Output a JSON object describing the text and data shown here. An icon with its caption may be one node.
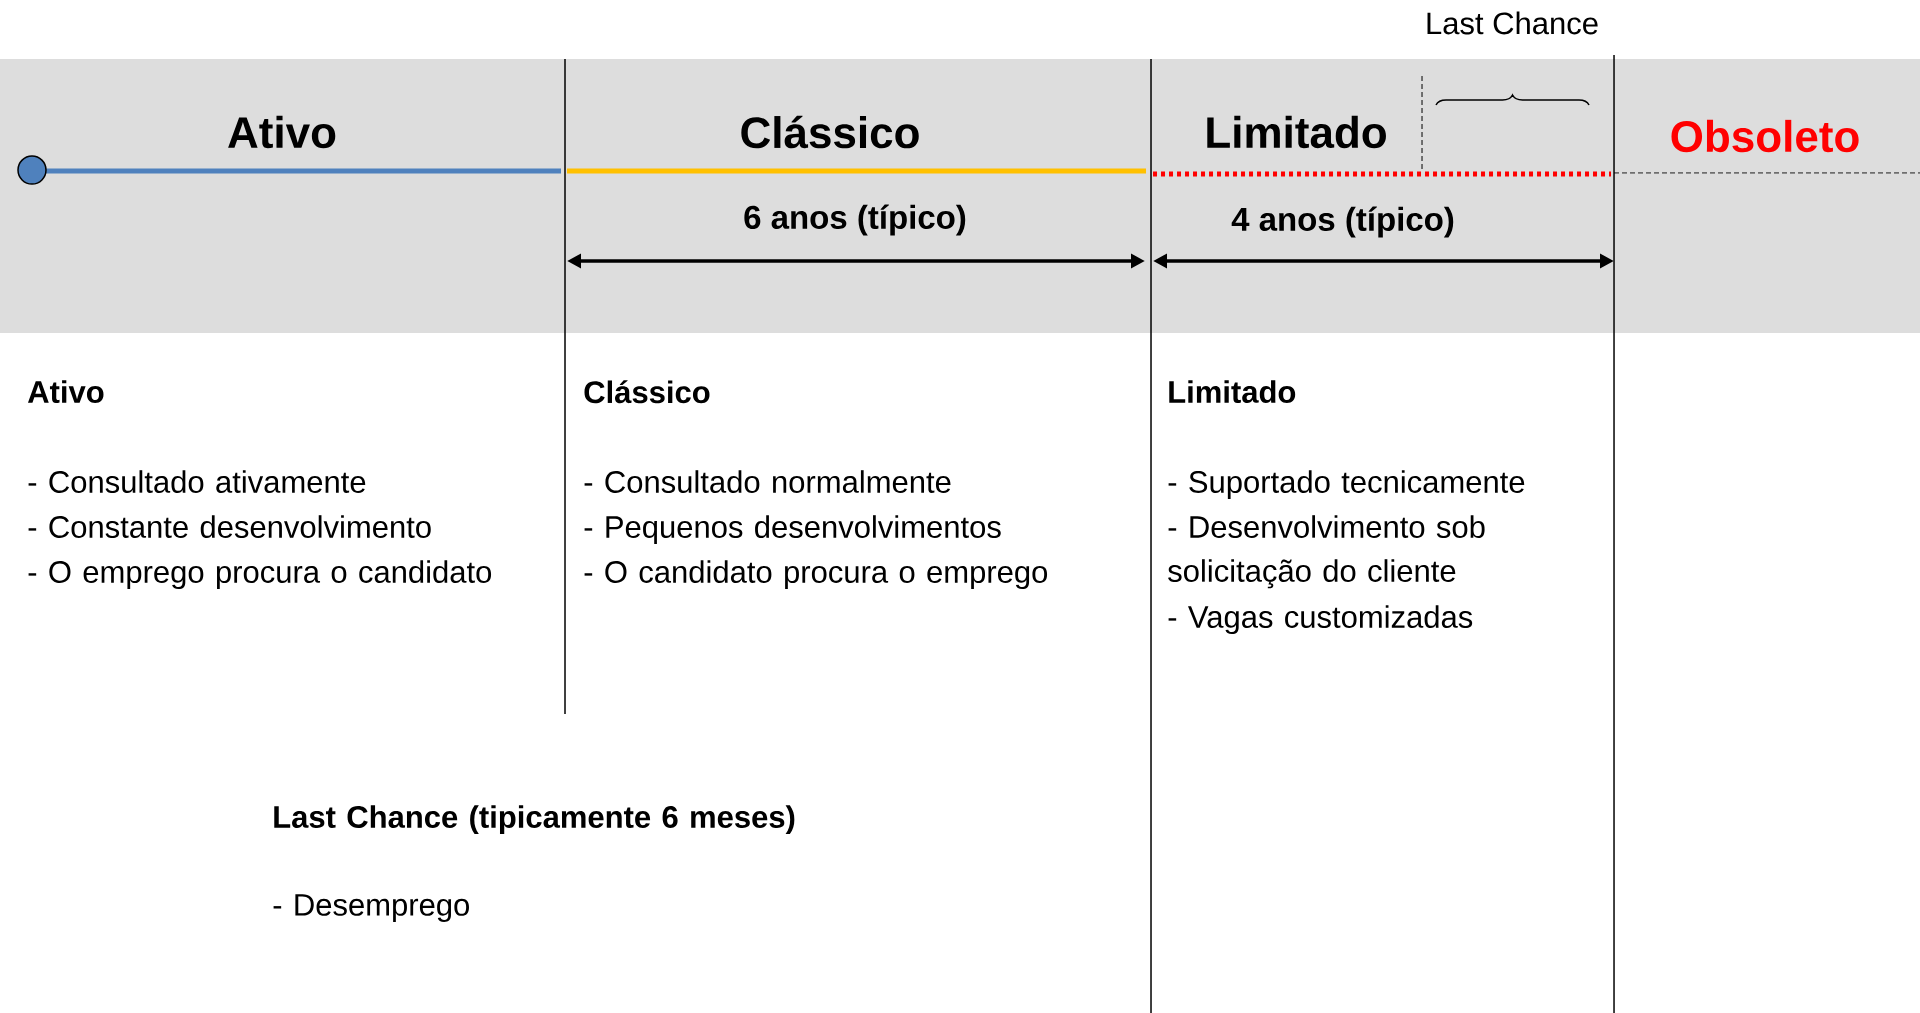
{
  "diagram": {
    "labels": [
      "Last Chance",
      "Ativo",
      "Clássico",
      "Limitado",
      "Obsoleto",
      "6 anos (típico)",
      "4 anos (típico)",
      "Ativo",
      "- Consultado ativamente",
      "- Constante desenvolvimento",
      "- O emprego procura o candidato",
      "Clássico",
      "- Consultado normalmente",
      "- Pequenos desenvolvimentos",
      "- O candidato procura o emprego",
      "Limitado",
      "- Suportado tecnicamente",
      "- Desenvolvimento sob solicitação do cliente",
      "- Vagas customizadas",
      "Last Chance (tipicamente 6 meses)",
      "- Desemprego"
    ]
  }
}
